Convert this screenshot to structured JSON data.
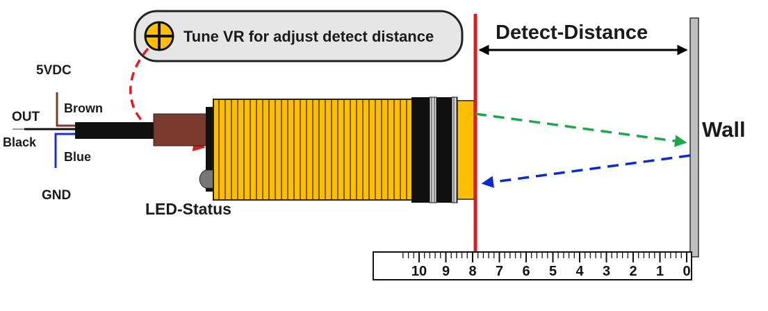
{
  "callout": {
    "text": "Tune VR for adjust detect distance"
  },
  "labels": {
    "detect_distance": "Detect-Distance",
    "wall": "Wall",
    "led_status": "LED-Status",
    "out": "OUT",
    "vdc": "5VDC",
    "brown": "Brown",
    "black": "Black",
    "blue": "Blue",
    "gnd": "GND"
  },
  "ruler": {
    "numbers": [
      "10",
      "9",
      "8",
      "7",
      "6",
      "5",
      "4",
      "3",
      "2",
      "1",
      "0"
    ]
  },
  "colors": {
    "sensor_body": "#ffbf00",
    "red_line": "#e01b1b",
    "wall": "#bfbfbf",
    "green_arrow": "#1fa64a",
    "blue_arrow": "#0a2bd1",
    "callout_bg": "#e6e6e6",
    "brown_wire": "#7a3b2e",
    "blue_wire": "#1c2fd6"
  }
}
